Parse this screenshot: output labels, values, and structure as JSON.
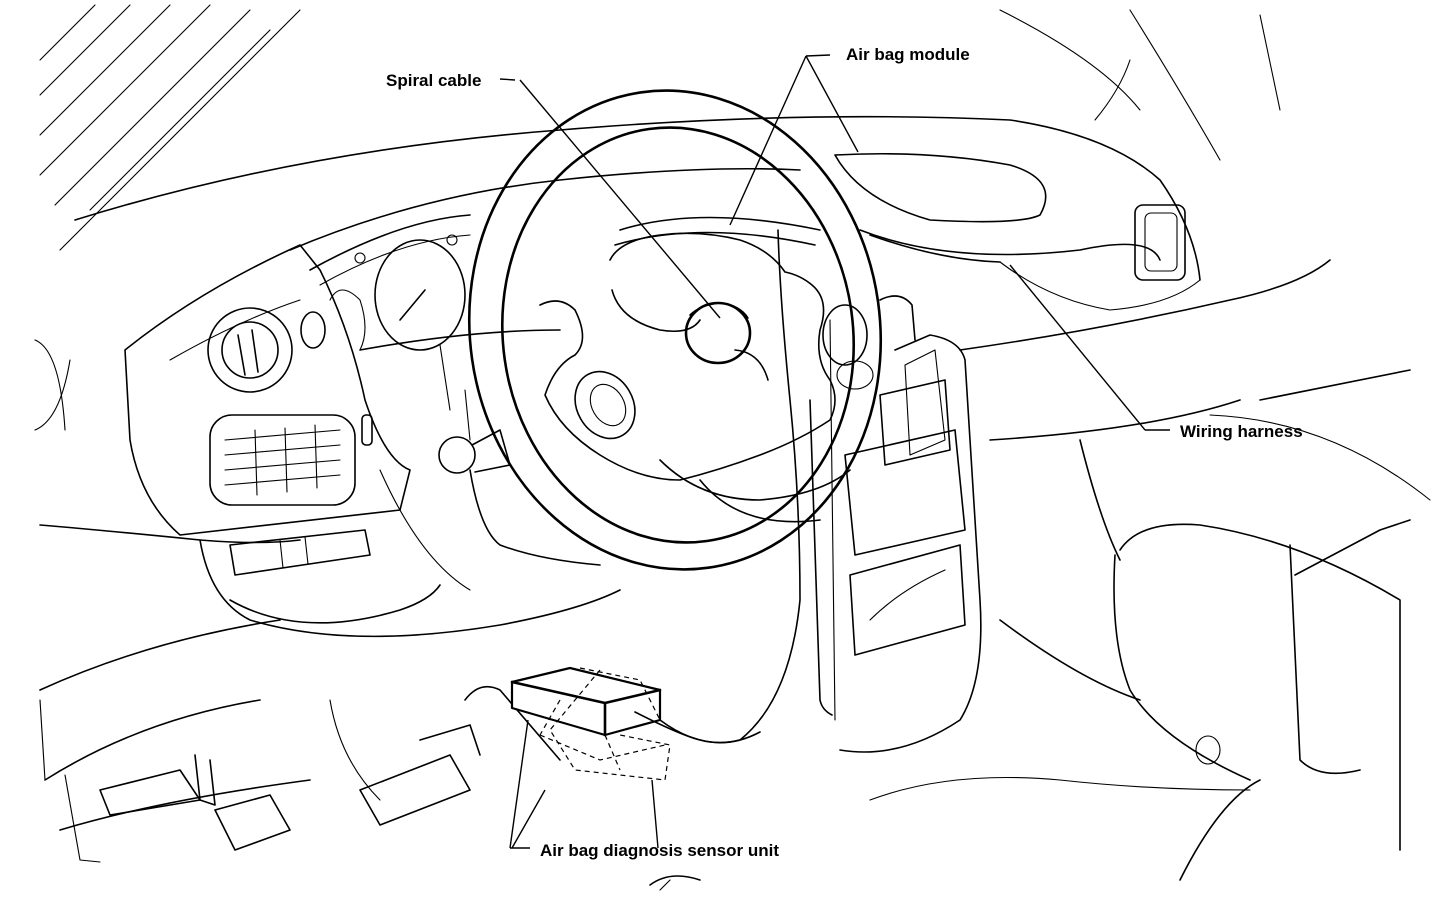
{
  "labels": {
    "spiral_cable": "Spiral cable",
    "air_bag_module": "Air bag module",
    "wiring_harness": "Wiring harness",
    "diagnosis_sensor_unit": "Air bag diagnosis sensor unit"
  }
}
